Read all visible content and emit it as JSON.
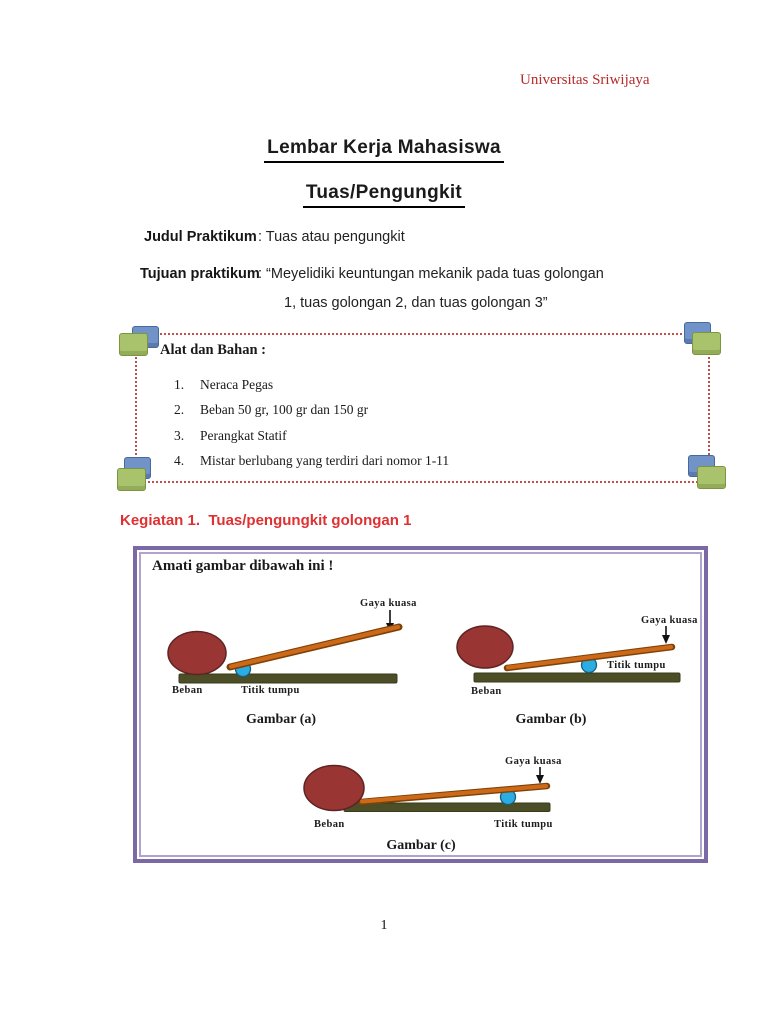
{
  "header": {
    "institution": "Universitas Sriwijaya"
  },
  "titles": {
    "main": "Lembar Kerja Mahasiswa",
    "sub": "Tuas/Pengungkit"
  },
  "practicum": {
    "judul_label": "Judul Praktikum",
    "judul_value": ": Tuas atau pengungkit",
    "tujuan_label": "Tujuan praktikum",
    "tujuan_line1": ": “Meyelidiki keuntungan mekanik pada tuas golongan",
    "tujuan_line2": "1, tuas golongan 2, dan tuas golongan 3”"
  },
  "alat_bahan": {
    "title": "Alat dan Bahan :",
    "items": [
      {
        "num": "1.",
        "text": "Neraca Pegas"
      },
      {
        "num": "2.",
        "text": "Beban 50 gr, 100 gr dan 150 gr"
      },
      {
        "num": "3.",
        "text": "Perangkat Statif"
      },
      {
        "num": "4.",
        "text": "Mistar berlubang yang terdiri dari nomor 1-11"
      }
    ]
  },
  "kegiatan1": {
    "heading": "Kegiatan 1.  Tuas/pengungkit golongan 1",
    "instruction": "Amati gambar dibawah ini !",
    "figures": [
      {
        "caption": "Gambar (a)",
        "force_label": "Gaya kuasa",
        "load_label": "Beban",
        "fulcrum_label": "Titik tumpu"
      },
      {
        "caption": "Gambar (b)",
        "force_label": "Gaya kuasa",
        "load_label": "Beban",
        "fulcrum_label": "Titik tumpu"
      },
      {
        "caption": "Gambar (c)",
        "force_label": "Gaya kuasa",
        "load_label": "Beban",
        "fulcrum_label": "Titik tumpu"
      }
    ]
  },
  "footer": {
    "page_number": "1"
  },
  "colors": {
    "header_red": "#b52a2a",
    "heading_red": "#e03032",
    "dotted_border": "#bf4f4c",
    "purple_border": "#7b69a5",
    "lever_orange": "#cd6a1a",
    "load_maroon": "#993634",
    "ground_olive": "#4b4e26",
    "fulcrum_cyan": "#2bace2",
    "deco_blue": "#7193c7",
    "deco_green": "#a9c36d"
  }
}
